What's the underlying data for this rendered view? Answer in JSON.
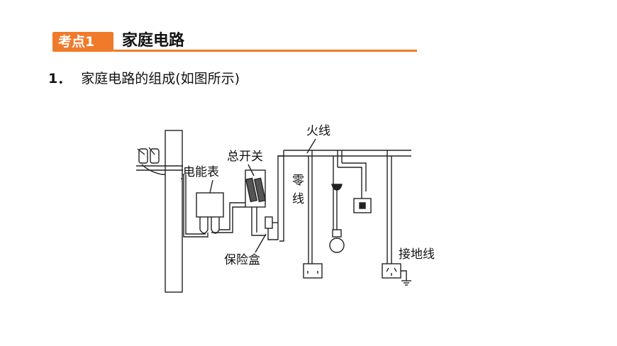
{
  "header": {
    "tag": "考点1",
    "title": "家庭电路"
  },
  "item": {
    "number": "1．",
    "text": "家庭电路的组成(如图所示)"
  },
  "diagram": {
    "labels": {
      "live_wire": "火线",
      "main_switch": "总开关",
      "meter": "电能表",
      "neutral_1": "零",
      "neutral_2": "线",
      "fuse_box": "保险盒",
      "ground_wire": "接地线"
    }
  },
  "colors": {
    "accent": "#f07a2a"
  }
}
